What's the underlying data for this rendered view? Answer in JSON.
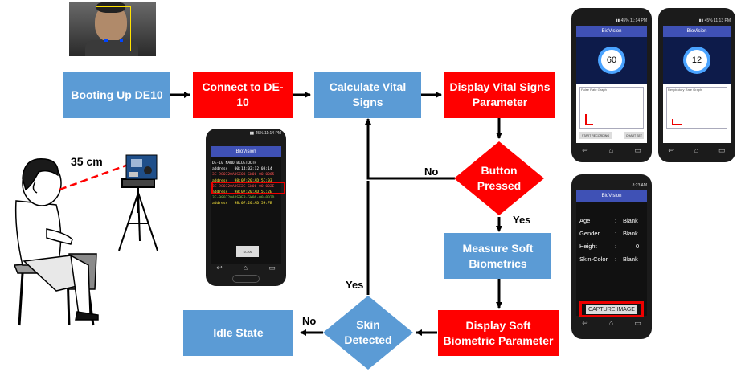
{
  "nodes": {
    "booting": "Booting Up DE10",
    "connect": "Connect to DE-10",
    "calc_line1": "Calculate Vital",
    "calc_line2": "Signs",
    "display_line1": "Display Vital Signs",
    "display_line2": "Parameter",
    "button_line1": "Button",
    "button_line2": "Pressed",
    "measure_line1": "Measure Soft",
    "measure_line2": "Biometrics",
    "display_soft_line1": "Display Soft",
    "display_soft_line2": "Biometric Parameter",
    "skin_line1": "Skin",
    "skin_line2": "Detected",
    "idle": "Idle State"
  },
  "edge_labels": {
    "no_button": "No",
    "yes_button": "Yes",
    "yes_skin": "Yes",
    "no_skin": "No"
  },
  "distance_label": "35 cm",
  "colors": {
    "process_blue": "#5b9bd5",
    "decision_red": "#ff0000",
    "arrow": "#000000",
    "laser": "#ff0000"
  },
  "phone_bt": {
    "title": "BioVision",
    "lines": [
      "DE-10 NANO BLUETOOTH",
      "address : 00:14:02:12:08:14",
      "3E-980720ADSC03-GW06-00-0065",
      "address : 98:07:20:AD:5C:03",
      "3E-980720ADSC2E-GW06-00-002E",
      "address : 98:07:20:AD:5C:2E",
      "3E-980720ADS9FB-GW06-00-002D",
      "address : 98:07:20:AD:59:FB"
    ],
    "scan_label": "SCAN"
  },
  "phone_hr": {
    "title": "BioVision",
    "value": "60",
    "graph_label": "Pulse Rate Graph",
    "buttons": [
      "START RECORDING",
      "CHART SET"
    ]
  },
  "phone_rr": {
    "title": "BioVision",
    "value": "12",
    "graph_label": "Respiratory Rate Graph"
  },
  "phone_soft": {
    "title": "BioVision",
    "status": "8:23 AM",
    "rows": [
      {
        "label": "Age",
        "value": "Blank"
      },
      {
        "label": "Gender",
        "value": "Blank"
      },
      {
        "label": "Height",
        "value": "0"
      },
      {
        "label": "Skin-Color",
        "value": "Blank"
      }
    ],
    "capture_label": "CAPTURE IMAGE"
  }
}
